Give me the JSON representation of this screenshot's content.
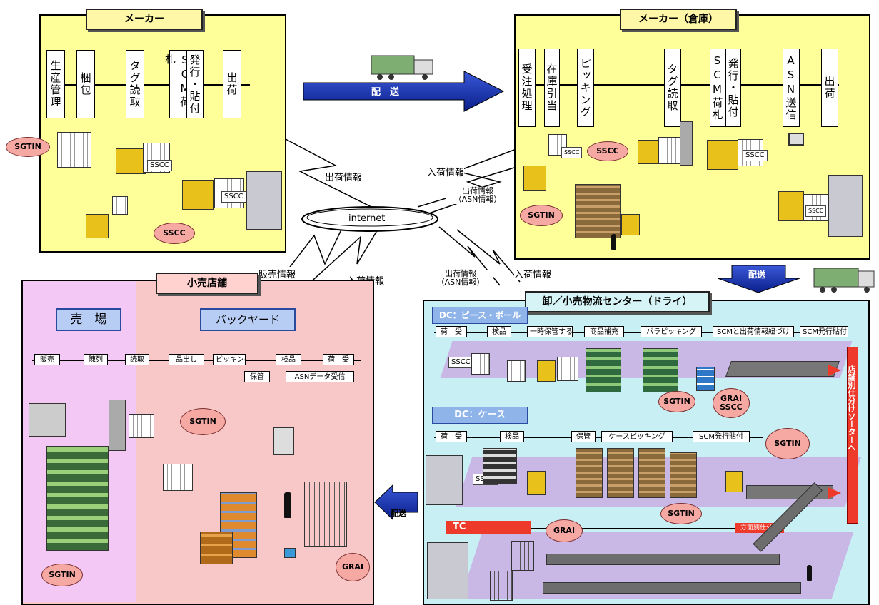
{
  "maker": {
    "title": "メーカー",
    "steps": [
      "生産管理",
      "梱包",
      "タグ読取",
      "SCM荷札",
      "発行・貼付",
      "出荷"
    ],
    "tags": [
      "SGTIN",
      "SSCC"
    ],
    "sscc_labels": [
      "SSCC",
      "SSCC"
    ]
  },
  "maker_wh": {
    "title": "メーカー（倉庫）",
    "steps": [
      "受注処理",
      "在庫引当",
      "ピッキング",
      "タグ読取",
      "SCM荷札",
      "発行・貼付",
      "ASN送信",
      "出荷"
    ],
    "tags": [
      "SSCC",
      "SGTIN"
    ],
    "sscc_labels": [
      "SSCC",
      "SSCC",
      "SSCC"
    ]
  },
  "delivery_labels": [
    "配　送",
    "配送",
    "配送"
  ],
  "network": {
    "center": "internet",
    "labels": [
      "出荷情報",
      "入荷情報",
      "出荷情報\n（ASN情報）",
      "販売情報",
      "入荷情報",
      "出荷情報\n（ASN情報）",
      "入荷情報"
    ]
  },
  "retail": {
    "title": "小売店舗",
    "floor": "売　場",
    "backyard": "バックヤード",
    "steps": [
      "販売",
      "陳列",
      "読取",
      "品出し",
      "ピッキング",
      "検品",
      "保管",
      "ASNデータ受信",
      "荷　受"
    ],
    "tags": [
      "SGTIN",
      "SGTIN",
      "GRAI"
    ]
  },
  "dc": {
    "title": "卸／小売物流センター（ドライ）",
    "piece_label": "DC：ピース・ボール",
    "piece_steps": [
      "荷　受",
      "検品",
      "一時保管する",
      "商品補充",
      "バラピッキング",
      "SCMと出荷情報紐づけ",
      "SCM発行貼付"
    ],
    "piece_tags": [
      "SGTIN",
      "GRAI\nSSCC"
    ],
    "case_label": "DC：ケース",
    "case_steps": [
      "荷　受",
      "検品",
      "保管",
      "ケースピッキング",
      "SCM発行貼付"
    ],
    "case_tags": [
      "SGTIN",
      "SGTIN"
    ],
    "tc_label": "TC",
    "tc_step": "方面別仕分け",
    "tc_tags": [
      "GRAI"
    ],
    "sorter": "店舗別仕分けソーターへ",
    "sscc_labels": [
      "SSCC",
      "SSCC"
    ]
  }
}
